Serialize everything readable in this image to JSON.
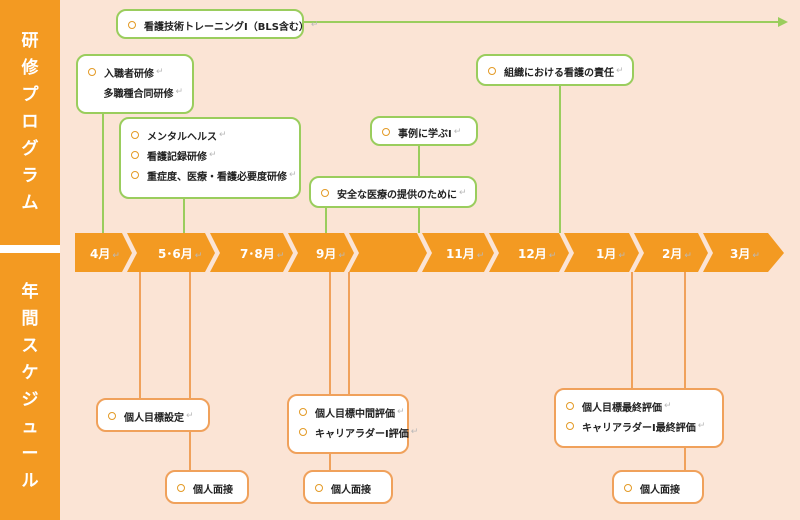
{
  "colors": {
    "orange": "#f39a22",
    "green": "#9acd5d",
    "light_orange": "#f0a15b",
    "bg": "#fbe4d5"
  },
  "side_labels": {
    "top": "研修プログラム",
    "bottom": "年間スケジュール"
  },
  "months": [
    "4月",
    "5･6月",
    "7･8月",
    "9月",
    "11月",
    "12月",
    "1月",
    "2月",
    "3月"
  ],
  "programs": {
    "bls": "看護技術トレーニングⅠ（BLS含む）",
    "orientation": [
      "入職者研修",
      "多職種合同研修"
    ],
    "may_june": [
      "メンタルヘルス",
      "看護記録研修",
      "重症度、医療・看護必要度研修"
    ],
    "case_study": "事例に学ぶⅠ",
    "safety": "安全な医療の提供のために",
    "organization": "組織における看護の責任"
  },
  "schedule": {
    "goal_setting": "個人目標設定",
    "interview_1": "個人面接",
    "mid_eval": [
      "個人目標中間評価",
      "キャリアラダーⅠ評価"
    ],
    "interview_2": "個人面接",
    "final_eval": [
      "個人目標最終評価",
      "キャリアラダーⅠ最終評価"
    ],
    "interview_3": "個人面接"
  },
  "return_mark": "↵"
}
